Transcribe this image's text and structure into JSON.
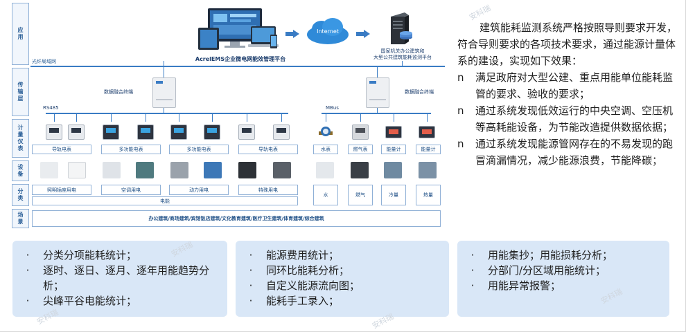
{
  "layers": {
    "app": "应用",
    "transport": "传输层",
    "metering": "计量仪表",
    "equipment": "设备",
    "category": "分类",
    "scene": "场景"
  },
  "platform": {
    "name": "AcrelEMS企业微电网能效管理平台",
    "internet": "Internet",
    "gov": "国家机关办公建筑和",
    "gov2": "大型公共建筑能耗监测平台"
  },
  "network": {
    "lan": "光纤局域网",
    "terminal_left": "数据融合终端",
    "terminal_right": "数据融合终端",
    "bus_left": "RS485",
    "bus_right": "MBus"
  },
  "meters": [
    "导轨电表",
    "多功能电表",
    "多功能电表",
    "导轨电表",
    "水表",
    "燃气表",
    "能量计",
    "能量计"
  ],
  "categories": [
    "照明插座用电",
    "空调用电",
    "动力用电",
    "特殊用电"
  ],
  "energy_types": [
    "水",
    "燃气",
    "冷量",
    "热量"
  ],
  "electric_label": "电能",
  "scene": "办公建筑/商场建筑/宾馆饭店建筑/文化教育建筑/医疗卫生建筑/体育建筑/综合建筑",
  "intro": "建筑能耗监测系统严格按照导则要求开发，符合导则要求的各项技术要求，通过能源计量体系的建设，实现如下效果：",
  "bullet_marker": "n",
  "effects": [
    "满足政府对大型公建、重点用能单位能耗监管的要求、验收的要求；",
    "通过系统发现低效运行的中央空调、空压机等高耗能设备，为节能改造提供数据依据；",
    "通过系统发现能源管网存在的不易发现的跑冒滴漏情况，减少能源浪费，节能降碳；"
  ],
  "panels": [
    {
      "dot": "·",
      "items": [
        "分类分项能耗统计；",
        "逐时、逐日、逐月、逐年用能趋势分析；",
        "尖峰平谷电能统计；"
      ]
    },
    {
      "dot": "·",
      "items": [
        "能源费用统计；",
        "同环比能耗分析；",
        "自定义能源流向图；",
        "能耗手工录入；"
      ]
    },
    {
      "dot": "·",
      "items": [
        "用能集抄；用能损耗分析；",
        "分部门/分区域用能统计；",
        "用能异常报警；"
      ]
    }
  ],
  "watermark": "安科瑞",
  "colors": {
    "accent": "#3a7cc4",
    "panel": "#d9e7f7",
    "label": "#1e4f86"
  }
}
